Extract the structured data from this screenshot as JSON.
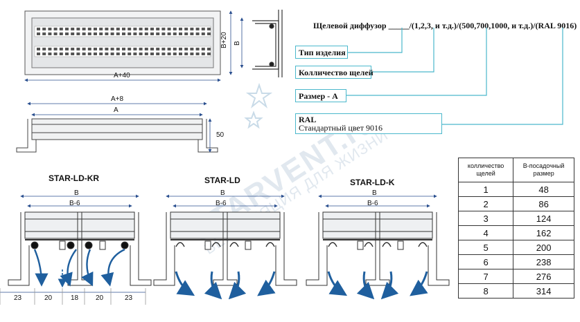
{
  "header": {
    "formula_name": "Щелевой диффузор",
    "formula_blank": "_____",
    "formula_rest": "/(1,2,3, и т.д.)/(500,700,1000, и т.д.)/(RAL 9016)"
  },
  "legend_boxes": [
    {
      "label": "Тип изделия"
    },
    {
      "label": "Колличество щелей"
    },
    {
      "label": "Размер - А"
    },
    {
      "label": "RAL",
      "sub": "Стандартный цвет 9016"
    }
  ],
  "dims": {
    "top_width": "A+40",
    "side_height": "B+20",
    "side_b": "B",
    "mid_a8": "A+8",
    "mid_a": "A",
    "mid_50": "50",
    "b": "B",
    "b6": "B-6",
    "bottom_23": "23",
    "bottom_20": "20",
    "bottom_18": "18"
  },
  "models": [
    "STAR-LD-KR",
    "STAR-LD",
    "STAR-LD-K"
  ],
  "table": {
    "headers": [
      "колличество щелей",
      "В-посадочный размер"
    ],
    "rows": [
      [
        "1",
        "48"
      ],
      [
        "2",
        "86"
      ],
      [
        "3",
        "124"
      ],
      [
        "4",
        "162"
      ],
      [
        "5",
        "200"
      ],
      [
        "6",
        "238"
      ],
      [
        "7",
        "276"
      ],
      [
        "8",
        "314"
      ]
    ]
  },
  "watermark": {
    "brand": "STARVENT.ru",
    "slogan": "ВЕНТИЛЯЦИЯ ДЛЯ ЖИЗНИ"
  },
  "colors": {
    "accent": "#4ab8cc",
    "line": "#333333",
    "arrow": "#1f5f9e",
    "dim": "#2a4f8f"
  }
}
